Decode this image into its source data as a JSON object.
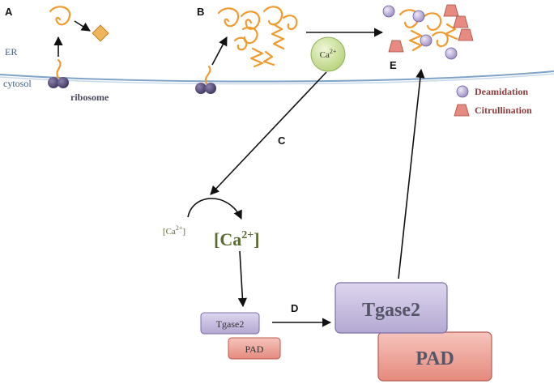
{
  "panels": {
    "a": "A",
    "b": "B",
    "c": "C",
    "d": "D",
    "e": "E"
  },
  "compartments": {
    "er": "ER",
    "cytosol": "cytosol"
  },
  "labels": {
    "ribosome": "ribosome",
    "ca_er": "Ca",
    "ca_er_sup": "2+",
    "ca_small": "[Ca",
    "ca_small_sup": "2+",
    "ca_small_close": "]",
    "ca_big": "[Ca",
    "ca_big_sup": "2+",
    "ca_big_close": "]"
  },
  "enzymes": {
    "tgase2_small": "Tgase2",
    "pad_small": "PAD",
    "tgase2_large": "Tgase2",
    "pad_large": "PAD"
  },
  "legend": {
    "deamidation": "Deamidation",
    "citrullination": "Citrullination"
  },
  "colors": {
    "protein_chain": "#f19a2e",
    "membrane": "#7fa3c8",
    "ribosome": "#5a4d78",
    "deamidation_marker": "#b7a8d6",
    "citrullination_marker": "#e78a80",
    "calcium": "#c8dd96",
    "tgase2_box": "#c9bfe0",
    "pad_box": "#ef9f94"
  }
}
